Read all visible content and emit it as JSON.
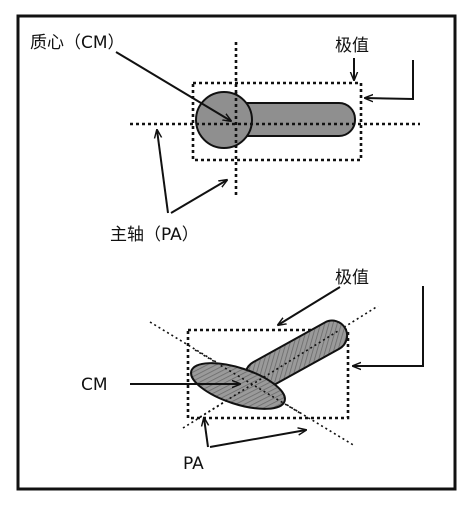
{
  "diagram": {
    "top_panel": {
      "cm_label": "质心（CM）",
      "extreme_label": "极值",
      "pa_label": "主轴（PA）"
    },
    "bottom_panel": {
      "extreme_label": "极值",
      "cm_label": "CM",
      "pa_label": "PA"
    }
  },
  "colors": {
    "ink": "#111111",
    "shape_fill": "#8f8f8f",
    "background": "#ffffff"
  }
}
